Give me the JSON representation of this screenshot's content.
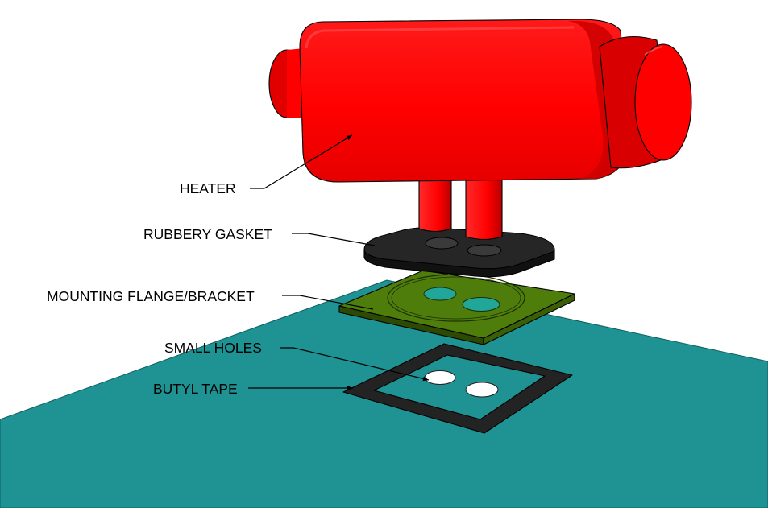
{
  "labels": {
    "heater": "HEATER",
    "gasket": "RUBBERY GASKET",
    "flange": "MOUNTING FLANGE/BRACKET",
    "holes": "SMALL HOLES",
    "tape": "BUTYL TAPE"
  },
  "colors": {
    "surface": "#1f9393",
    "heater": "#ff0000",
    "heater_shade": "#c40000",
    "gasket": "#262626",
    "flange": "#4e7d0c",
    "flange_edge": "#2c4a04",
    "tape": "#232323",
    "holes": "#ffffff",
    "background": "#ffffff"
  }
}
